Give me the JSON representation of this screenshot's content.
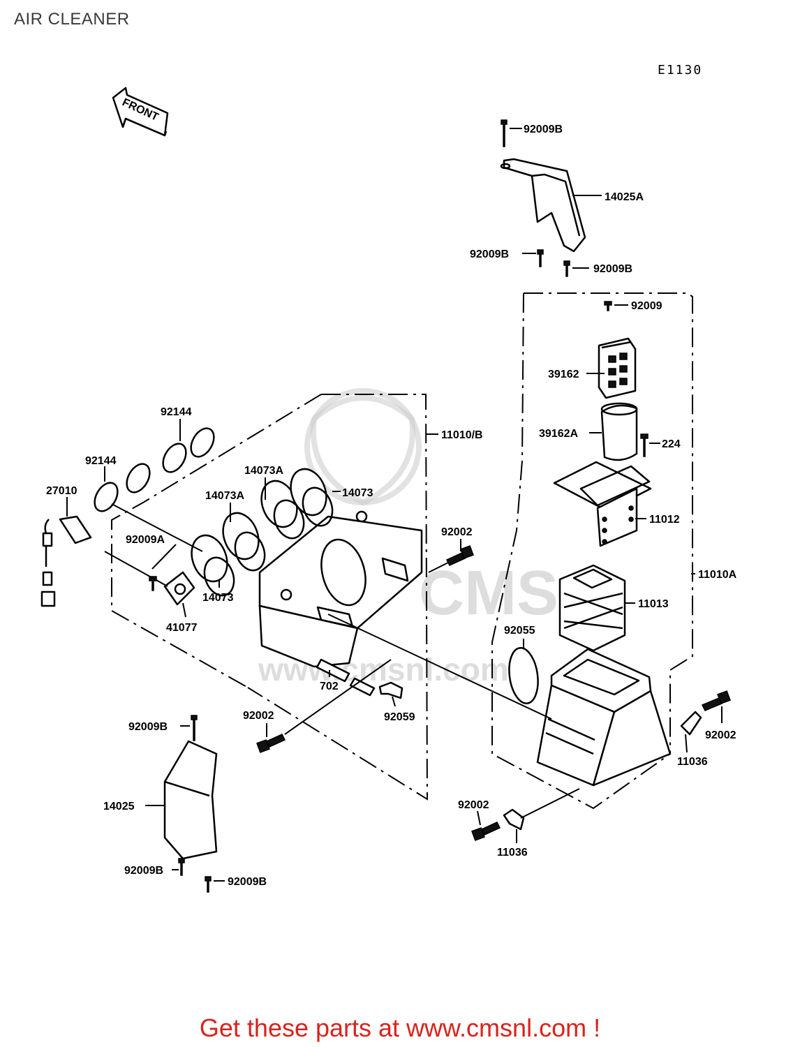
{
  "header": {
    "title": "AIR CLEANER",
    "diagram_code": "E1130"
  },
  "front_arrow": {
    "label": "FRONT"
  },
  "watermark": {
    "text": "www.cmsnl.com",
    "logo_text": "CMS"
  },
  "parts": {
    "p_92009B_top": "92009B",
    "p_14025A": "14025A",
    "p_92009B_left": "92009B",
    "p_92009B_right": "92009B",
    "p_92009": "92009",
    "p_39162": "39162",
    "p_39162A": "39162A",
    "p_224": "224",
    "p_11012": "11012",
    "p_11010A": "11010A",
    "p_11013": "11013",
    "p_92055": "92055",
    "p_11010B": "11010/B",
    "p_92144_top": "92144",
    "p_92144_left": "92144",
    "p_27010": "27010",
    "p_14073A_top": "14073A",
    "p_14073A_mid": "14073A",
    "p_14073_right": "14073",
    "p_14073_lower": "14073",
    "p_92009A": "92009A",
    "p_41077": "41077",
    "p_92002_mid": "92002",
    "p_702": "702",
    "p_92059": "92059",
    "p_92002_low": "92002",
    "p_92009B_cover": "92009B",
    "p_14025": "14025",
    "p_92009B_bot1": "92009B",
    "p_92009B_bot2": "92009B",
    "p_92002_right": "92002",
    "p_11036_right": "11036",
    "p_92002_bottom": "92002",
    "p_11036_bottom": "11036"
  },
  "footer": {
    "promo": "Get these parts at www.cmsnl.com !"
  }
}
